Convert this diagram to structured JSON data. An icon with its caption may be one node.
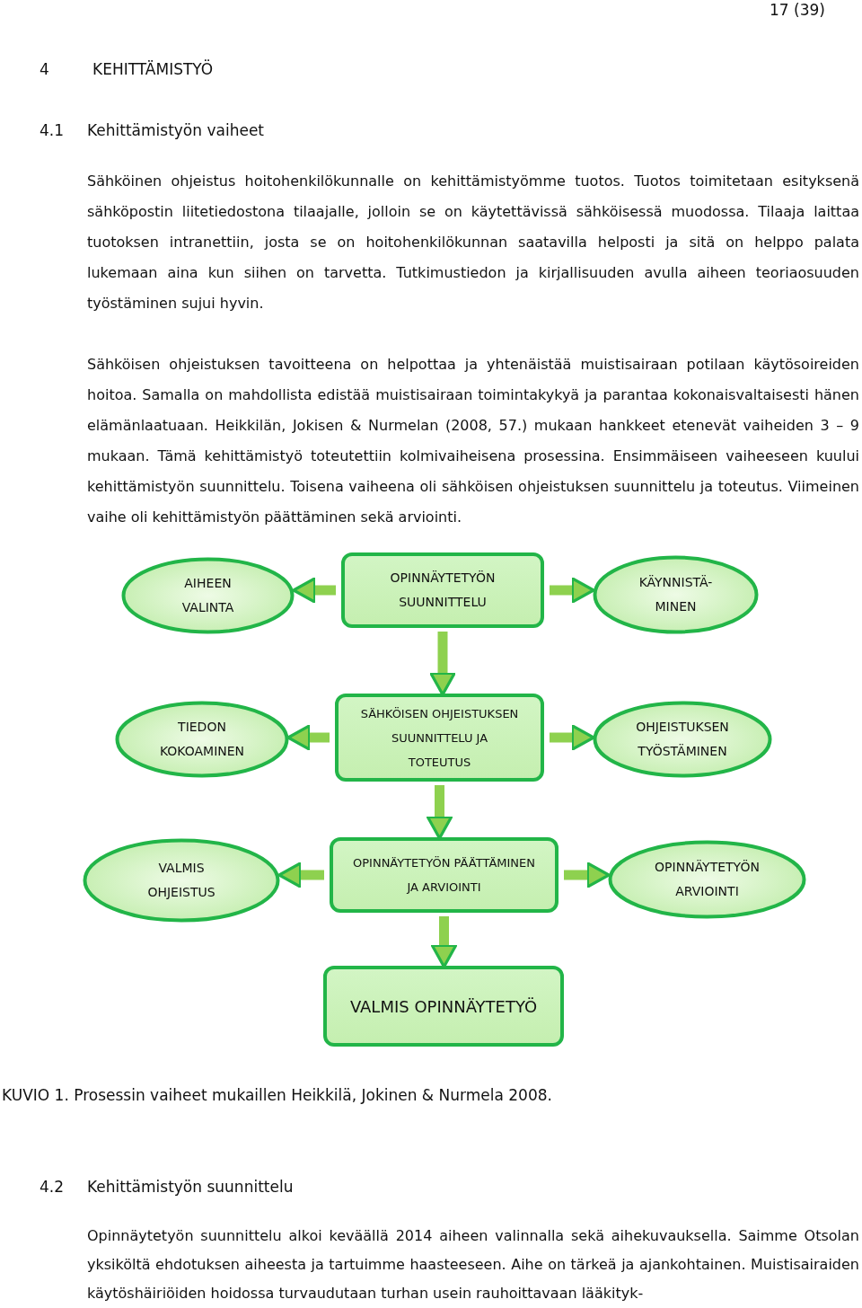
{
  "diagram": {
    "nodes": [
      {
        "text": [
          "AIHEEN VALINTA"
        ]
      },
      {
        "text": [
          "OPINNÄYTETYÖN SUUNNITTELU"
        ]
      },
      {
        "text": [
          "KÄYNNISTÄ-MINEN"
        ]
      },
      {
        "text": [
          "TIEDON KOKOAMINEN"
        ]
      },
      {
        "text": [
          "SÄHKÖISEN OHJEISTUKSEN SUUNNITTELU JA TOTEUTUS"
        ]
      },
      {
        "text": [
          "OHJEISTUKSEN TYÖSTÄMINEN"
        ]
      },
      {
        "text": [
          "VALMIS OHJEISTUS"
        ]
      },
      {
        "text": [
          "OPINNÄYTETYÖN PÄÄTTÄMINEN JA ARVIOINTI"
        ]
      },
      {
        "text": [
          "OPINNÄYTETYÖN ARVIOINTI"
        ]
      },
      {
        "text": [
          "VALMIS OPINNÄYTETYÖ"
        ]
      }
    ],
    "edges": [
      {
        "from": 1,
        "to": 0,
        "arrow": "to"
      },
      {
        "from": 1,
        "to": 2,
        "arrow": "to"
      },
      {
        "from": 1,
        "to": 4,
        "arrow": "to"
      },
      {
        "from": 4,
        "to": 3,
        "arrow": "to"
      },
      {
        "from": 4,
        "to": 5,
        "arrow": "to"
      },
      {
        "from": 4,
        "to": 7,
        "arrow": "to"
      },
      {
        "from": 7,
        "to": 6,
        "arrow": "to"
      },
      {
        "from": 7,
        "to": 8,
        "arrow": "to"
      },
      {
        "from": 7,
        "to": 9,
        "arrow": "to"
      }
    ],
    "labels": [
      "17 (39)",
      "4",
      "KEHITTÄMISTYÖ",
      "4.1",
      "Kehittämistyön vaiheet",
      "Sähköinen ohjeistus hoitohenkilökunnalle on kehittämistyömme tuotos. Tuotos toimitetaan esityksenä sähköpostin liitetiedostona tilaajalle, jolloin se on käytettävissä sähköisessä muodossa. Tilaaja laittaa tuotoksen intranettiin, josta se on hoitohenkilökunnan saatavilla helposti ja sitä on helppo palata lukemaan aina kun siihen on tarvetta. Tutkimustiedon ja kirjallisuuden avulla aiheen teoriaosuuden työstäminen sujui hyvin.",
      "Sähköisen ohjeistuksen tavoitteena on helpottaa ja yhtenäistää muistisairaan potilaan käytösoireiden hoitoa. Samalla on mahdollista edistää muistisairaan toimintakykyä ja parantaa kokonaisvaltaisesti hänen elämänlaatuaan. Heikkilän, Jokisen & Nurmelan (2008, 57.) mukaan hankkeet etenevät vaiheiden 3 – 9 mukaan. Tämä kehittämistyö toteutettiin kolmivaiheisena prosessina. Ensimmäiseen vaiheeseen kuului kehittämistyön suunnittelu. Toisena vaiheena oli sähköisen ohjeistuksen suunnittelu ja toteutus. Viimeinen vaihe oli kehittämistyön päättäminen sekä arviointi.",
      "4.2",
      "Kehittämistyön suunnittelu",
      "Opinnäytetyön suunnittelu alkoi keväällä 2014 aiheen valinnalla sekä aihekuvauksella. Saimme Otsolan yksiköltä ehdotuksen aiheesta ja tartuimme haasteeseen. Aihe on tärkeä ja ajankohtainen. Muistisairaiden käytöshäiriöiden hoidossa turvaudutaan turhan usein rauhoittavaan lääkityk-"
    ],
    "caption": "KUVIO 1. Prosessin vaiheet mukaillen Heikkilä, Jokinen & Nurmela 2008."
  }
}
